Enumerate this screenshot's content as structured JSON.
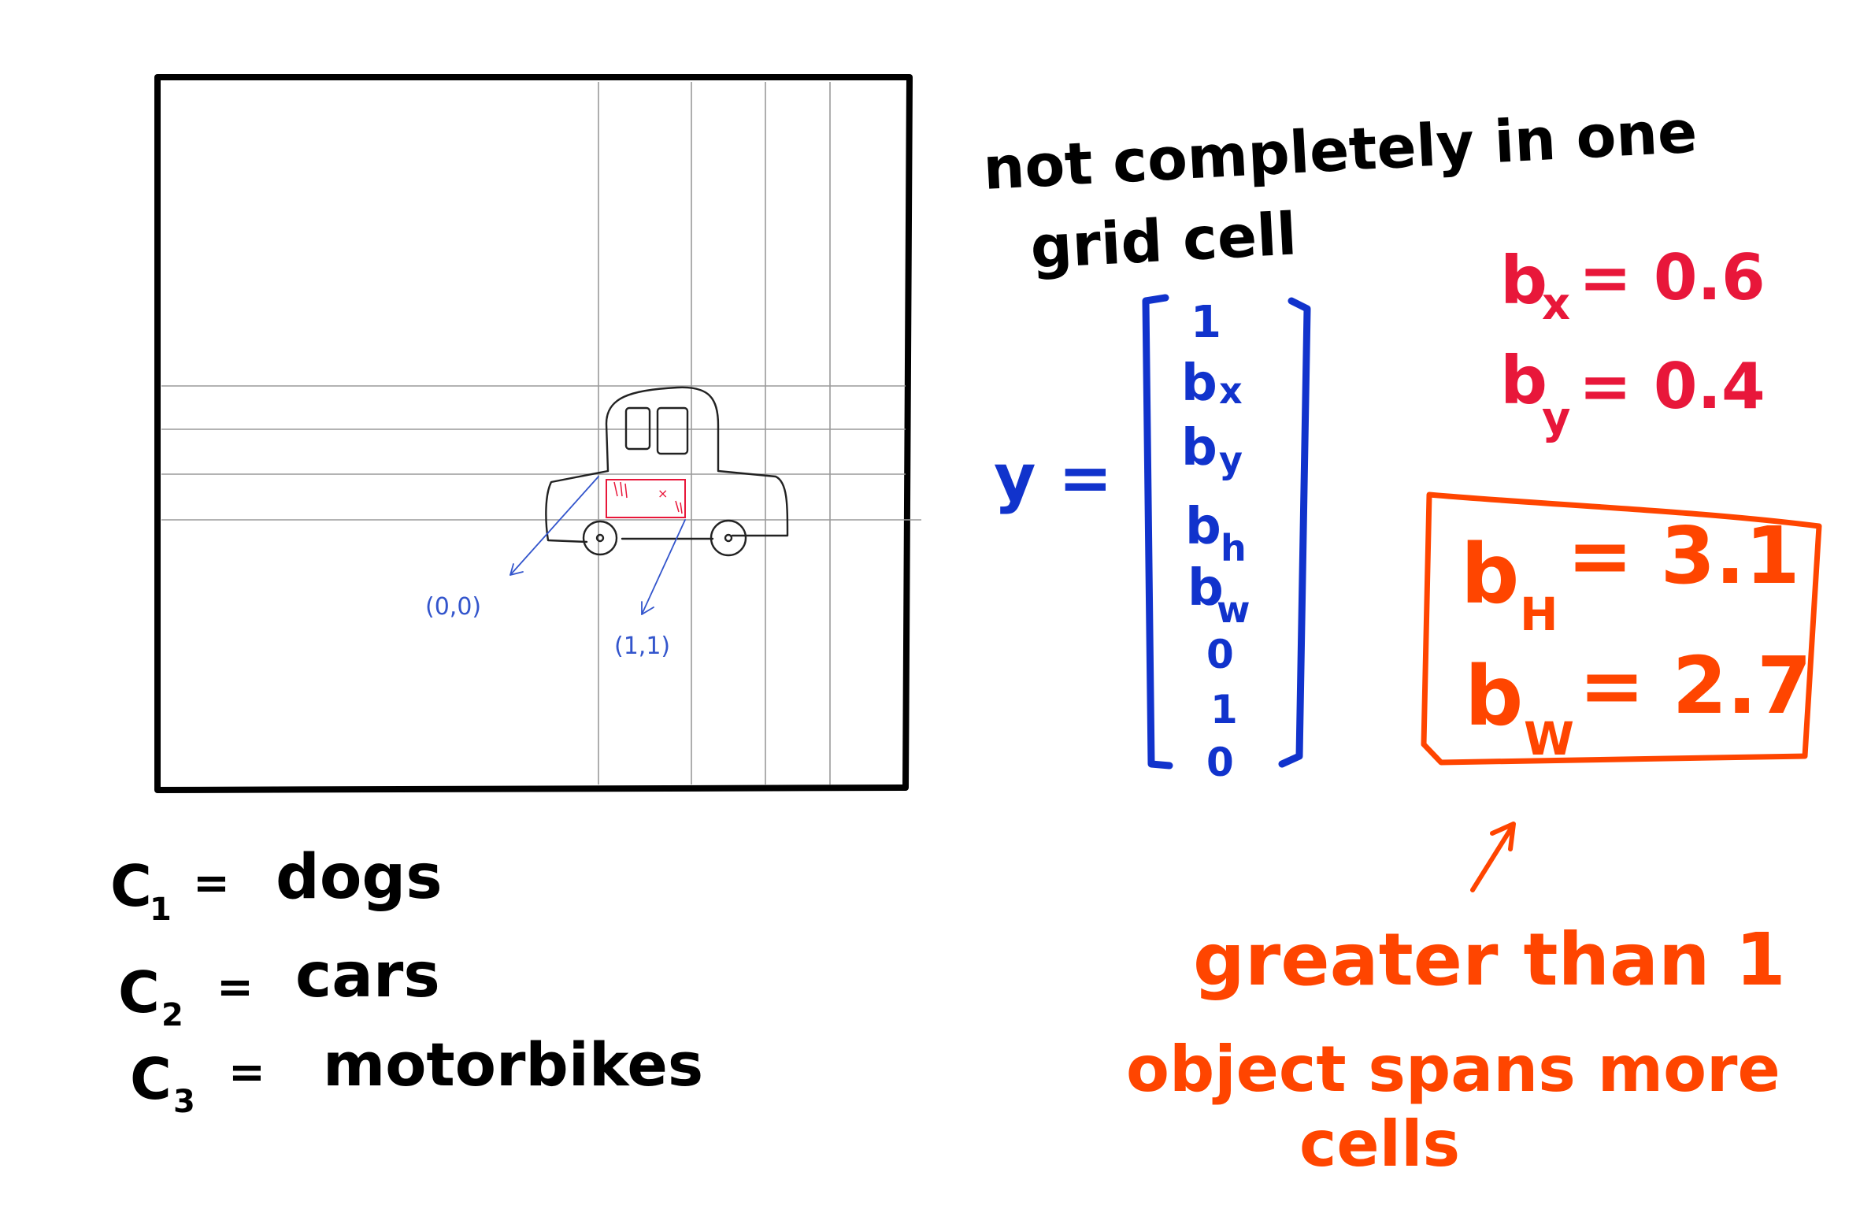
{
  "image_grid": {
    "origin_label": "(0,0)",
    "corner_label": "(1,1)",
    "midpoint_marker": "×"
  },
  "classes": [
    {
      "symbol": "C",
      "sub": "1",
      "eq": "=",
      "name": "dogs"
    },
    {
      "symbol": "C",
      "sub": "2",
      "eq": "=",
      "name": "cars"
    },
    {
      "symbol": "C",
      "sub": "3",
      "eq": "=",
      "name": "motorbikes"
    }
  ],
  "note_top": {
    "line1": "not completely in one",
    "line2": "grid cell"
  },
  "vector": {
    "lhs": "y =",
    "entries": [
      {
        "main": "1",
        "sub": ""
      },
      {
        "main": "b",
        "sub": "x"
      },
      {
        "main": "b",
        "sub": "y"
      },
      {
        "main": "b",
        "sub": "h"
      },
      {
        "main": "b",
        "sub": "w"
      },
      {
        "main": "0",
        "sub": ""
      },
      {
        "main": "1",
        "sub": ""
      },
      {
        "main": "0",
        "sub": ""
      }
    ]
  },
  "coords": [
    {
      "main": "b",
      "sub": "x",
      "eq": "= 0.6"
    },
    {
      "main": "b",
      "sub": "y",
      "eq": "= 0.4"
    }
  ],
  "dims": [
    {
      "main": "b",
      "sub": "H",
      "eq": "= 3.1"
    },
    {
      "main": "b",
      "sub": "W",
      "eq": "= 2.7"
    }
  ],
  "note_bottom": {
    "line1": "greater than 1",
    "line2": "object spans more",
    "line3": "cells"
  },
  "colors": {
    "ink": "#000000",
    "blue": "#1133cc",
    "red": "#e8173a",
    "orange": "#ff4500",
    "grid": "#9a9a9a",
    "pen_blue": "#3355cc"
  }
}
